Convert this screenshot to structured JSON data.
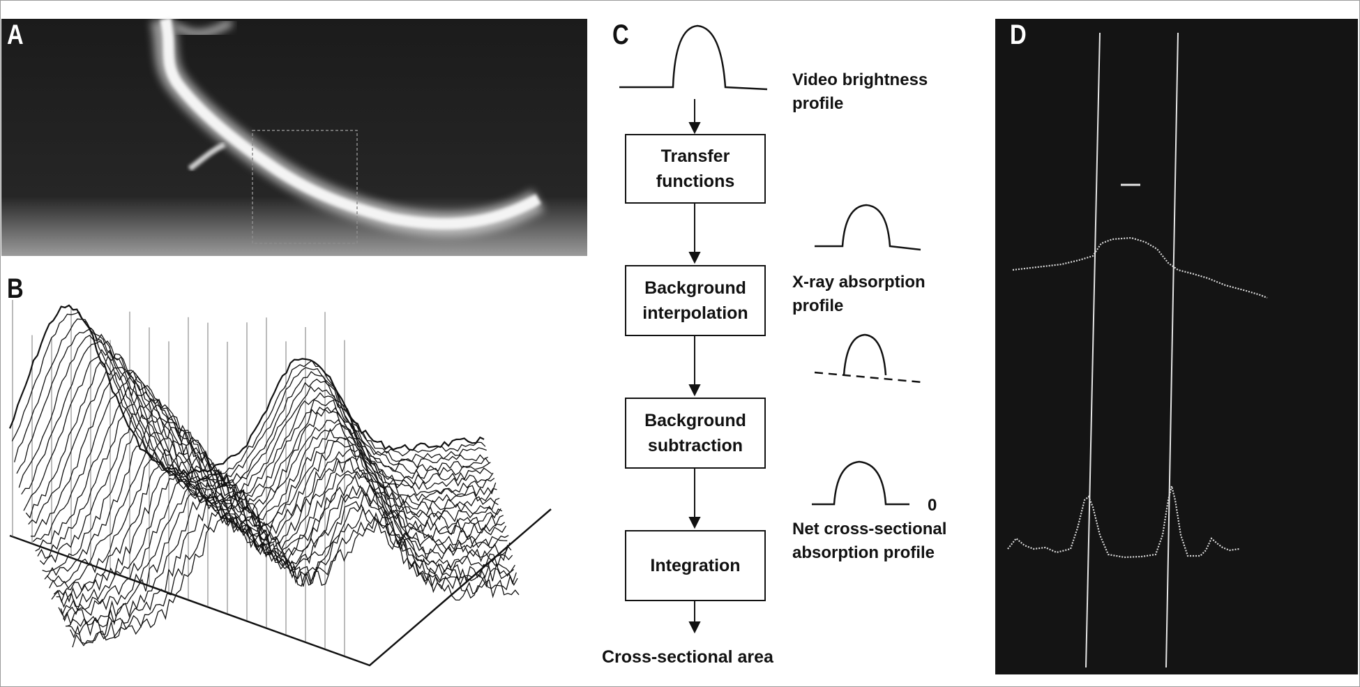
{
  "panels": {
    "a": {
      "label": "A"
    },
    "b": {
      "label": "B"
    },
    "c": {
      "label": "C"
    },
    "d": {
      "label": "D"
    }
  },
  "flow": {
    "steps": [
      "Transfer\nfunctions",
      "Background\ninterpolation",
      "Background\nsubtraction",
      "Integration"
    ],
    "output": "Cross-sectional area",
    "notes": {
      "video_brightness": "Video brightness\nprofile",
      "xray_absorption": "X-ray absorption\nprofile",
      "net_profile": "Net cross-sectional\nabsorption profile",
      "zero": "0"
    }
  },
  "colors": {
    "angiogram_bg": "#1e1e1e",
    "vessel": "#ececec",
    "panel_d_bg": "#141414",
    "trace": "#dcdcdc",
    "ink": "#111111"
  }
}
